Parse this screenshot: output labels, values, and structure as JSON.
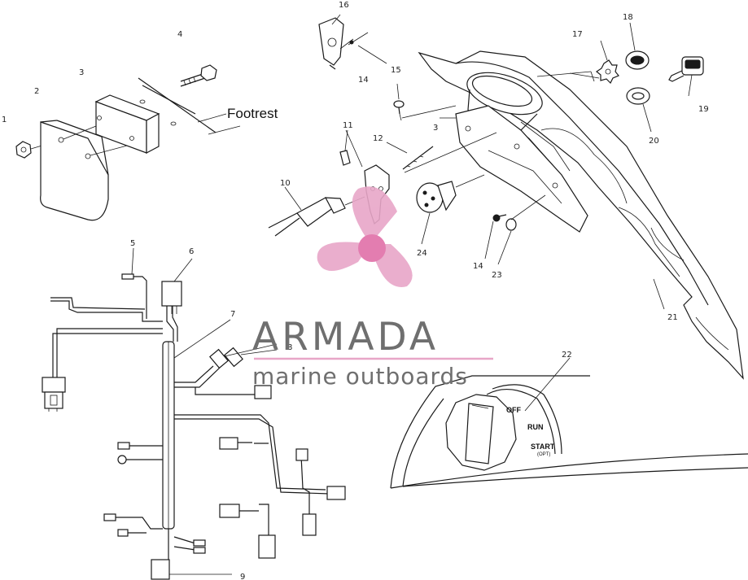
{
  "diagram": {
    "callout": "Footrest",
    "part_numbers": {
      "p1": "1",
      "p2": "2",
      "p3a": "3",
      "p3b": "3",
      "p4": "4",
      "p5": "5",
      "p6": "6",
      "p7": "7",
      "p8": "8",
      "p9": "9",
      "p10": "10",
      "p11": "11",
      "p12": "12",
      "p14a": "14",
      "p14b": "14",
      "p15": "15",
      "p16": "16",
      "p17": "17",
      "p18": "18",
      "p19": "19",
      "p20": "20",
      "p21": "21",
      "p22": "22",
      "p23": "23",
      "p24": "24"
    },
    "switch_positions": {
      "off": "OFF",
      "run": "RUN",
      "start": "START",
      "start_sub": "(OPT)"
    }
  },
  "watermark": {
    "brand": "ARMADA",
    "tagline": "marine outboards",
    "colors": {
      "logo_pink": "#e8a6c8",
      "logo_dot": "#e070a8",
      "text": "#6f6f6f"
    }
  }
}
